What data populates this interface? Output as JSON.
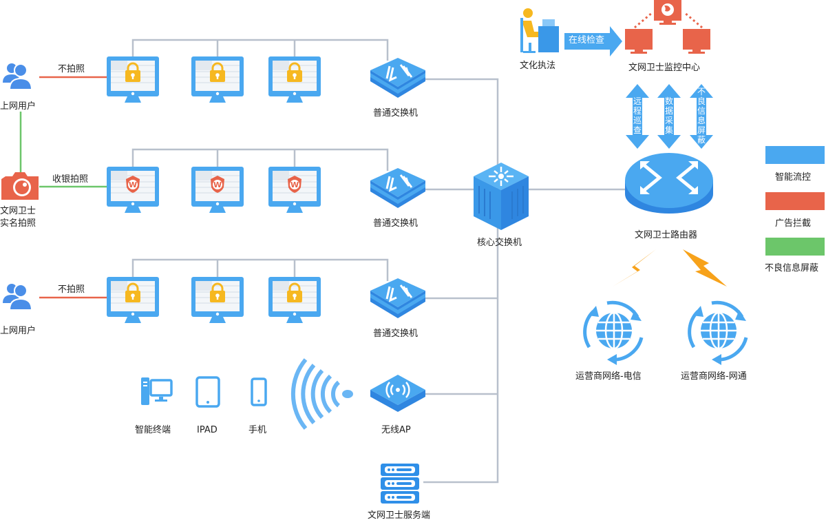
{
  "colors": {
    "line": "#b8c0cc",
    "red_link": "#e8644a",
    "green_link": "#6cc66a",
    "blue": "#4aa8f0",
    "blue_dark": "#2f86e0",
    "orange": "#e8644a",
    "yellow": "#f6b820",
    "lightning": "#f7a21a"
  },
  "users": [
    {
      "label": "上网用户",
      "link_label": "不拍照",
      "link_color": "red"
    },
    {
      "label": "文网卫士\n实名拍照",
      "line1": "文网卫士",
      "line2": "实名拍照",
      "link_label": "收银拍照",
      "link_color": "green"
    },
    {
      "label": "上网用户",
      "link_label": "不拍照",
      "link_color": "red"
    }
  ],
  "rows": [
    {
      "terminal_icon": "lock",
      "switch_label": "普通交换机"
    },
    {
      "terminal_icon": "shield-w",
      "switch_label": "普通交换机"
    },
    {
      "terminal_icon": "lock",
      "switch_label": "普通交换机"
    }
  ],
  "core_switch": {
    "label": "核心交换机"
  },
  "router": {
    "label": "文网卫士路由器"
  },
  "enforcement": {
    "label": "文化执法",
    "arrow_label": "在线检查"
  },
  "monitor_center": {
    "label": "文网卫士监控中心"
  },
  "vertical_arrows": [
    {
      "text": "远程巡查"
    },
    {
      "text": "数据采集"
    },
    {
      "text": "不良信息屏蔽"
    }
  ],
  "isps": [
    {
      "label": "运营商网络-电信"
    },
    {
      "label": "运营商网络-网通"
    }
  ],
  "devices": [
    {
      "label": "智能终端"
    },
    {
      "label": "IPAD"
    },
    {
      "label": "手机"
    }
  ],
  "wireless_ap": {
    "label": "无线AP"
  },
  "server": {
    "label": "文网卫士服务端"
  },
  "legend": [
    {
      "label": "智能流控",
      "color": "#4aa8f0"
    },
    {
      "label": "广告拦截",
      "color": "#e8644a"
    },
    {
      "label": "不良信息屏蔽",
      "color": "#6cc66a"
    }
  ]
}
